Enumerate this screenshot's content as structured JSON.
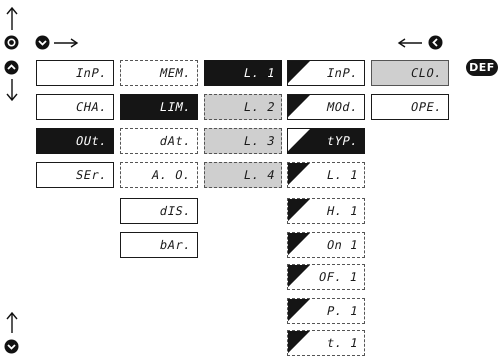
{
  "def_badge": "DEF",
  "col1": [
    "InP.",
    "CHA.",
    "OUt.",
    "SEr."
  ],
  "col2": [
    "MEM.",
    "LIM.",
    "dAt.",
    "A. O.",
    "dIS.",
    "bAr."
  ],
  "col3": [
    "L. 1",
    "L. 2",
    "L. 3",
    "L. 4"
  ],
  "col4": [
    "InP.",
    "MOd.",
    "tYP.",
    "L. 1",
    "H. 1",
    "On 1",
    "OF. 1",
    "P. 1",
    "t. 1"
  ],
  "col5": [
    "CLO.",
    "OPE."
  ]
}
